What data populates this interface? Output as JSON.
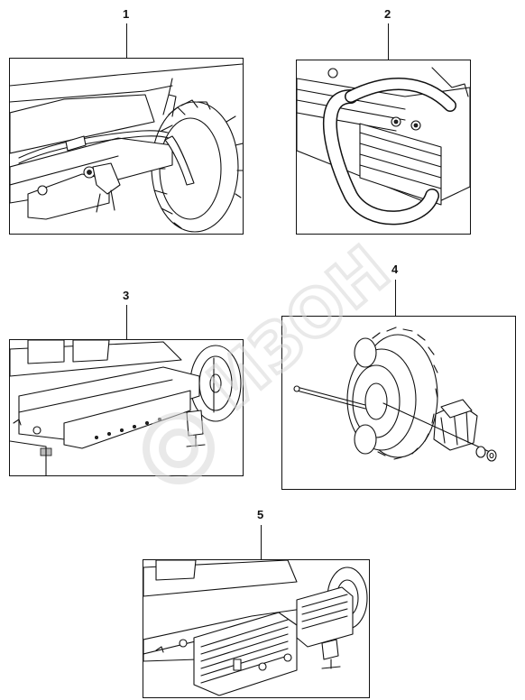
{
  "figures": [
    {
      "number": "1",
      "label": "1"
    },
    {
      "number": "2",
      "label": "2"
    },
    {
      "number": "3",
      "label": "3"
    },
    {
      "number": "4",
      "label": "4"
    },
    {
      "number": "5",
      "label": "5"
    }
  ],
  "watermark": {
    "text": "ИЗОН",
    "color": "#d8d8d8"
  },
  "colors": {
    "line": "#111111",
    "background": "#ffffff"
  }
}
